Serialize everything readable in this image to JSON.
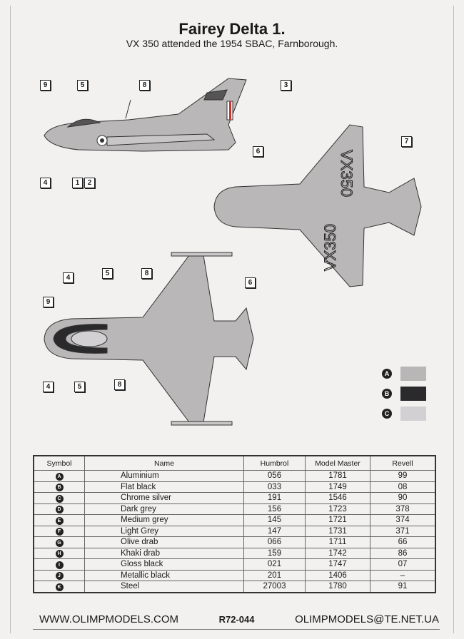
{
  "header": {
    "title": "Fairey Delta 1.",
    "subtitle": "VX 350 attended the 1954 SBAC, Farnborough."
  },
  "aircraft_marking": "VX350",
  "callouts": {
    "side": [
      "9",
      "5",
      "8",
      "3",
      "6",
      "4",
      "1",
      "2"
    ],
    "top": [
      "7"
    ],
    "bottom": [
      "4",
      "5",
      "8",
      "6",
      "9",
      "4",
      "5",
      "8"
    ]
  },
  "legend": [
    {
      "symbol": "A",
      "color": "#b8b6b7"
    },
    {
      "symbol": "B",
      "color": "#2a2a2c"
    },
    {
      "symbol": "C",
      "color": "#d2d0d2"
    }
  ],
  "table": {
    "headers": [
      "Symbol",
      "Name",
      "Humbrol",
      "Model Master",
      "Revell"
    ],
    "rows": [
      [
        "A",
        "Aluminium",
        "056",
        "1781",
        "99"
      ],
      [
        "B",
        "Flat black",
        "033",
        "1749",
        "08"
      ],
      [
        "C",
        "Chrome silver",
        "191",
        "1546",
        "90"
      ],
      [
        "D",
        "Dark grey",
        "156",
        "1723",
        "378"
      ],
      [
        "E",
        "Medium grey",
        "145",
        "1721",
        "374"
      ],
      [
        "F",
        "Light Grey",
        "147",
        "1731",
        "371"
      ],
      [
        "G",
        "Olive drab",
        "066",
        "1711",
        "66"
      ],
      [
        "H",
        "Khaki drab",
        "159",
        "1742",
        "86"
      ],
      [
        "I",
        "Gloss black",
        "021",
        "1747",
        "07"
      ],
      [
        "J",
        "Metallic black",
        "201",
        "1406",
        "–"
      ],
      [
        "K",
        "Steel",
        "27003",
        "1780",
        "91"
      ]
    ]
  },
  "footer": {
    "website": "WWW.OLIMPMODELS.COM",
    "code": "R72-044",
    "email": "OLIMPMODELS@TE.NET.UA"
  }
}
